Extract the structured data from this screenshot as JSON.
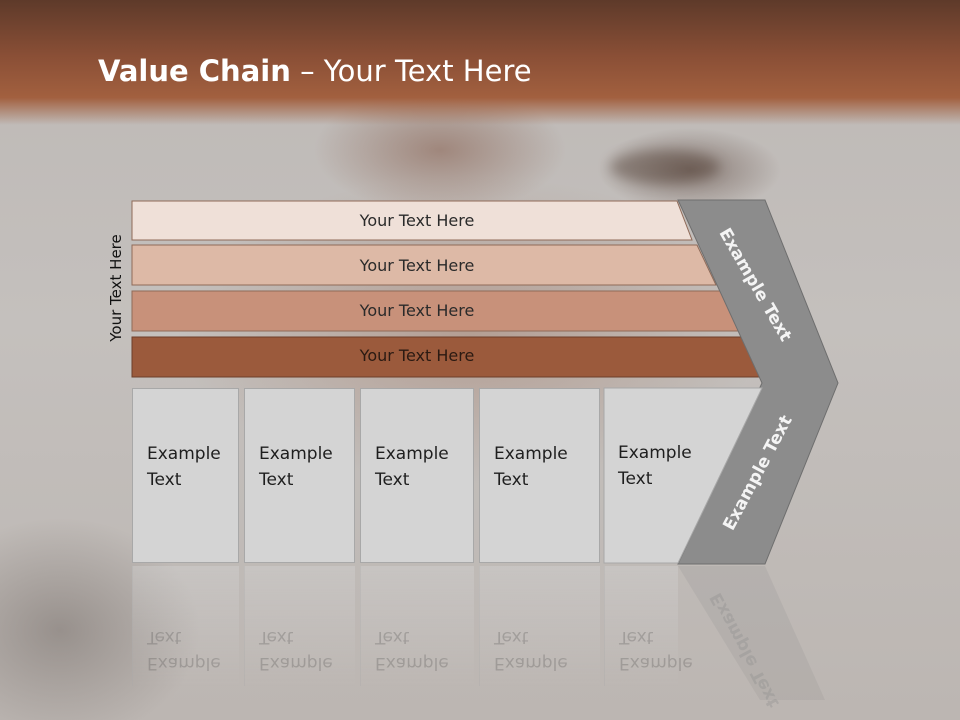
{
  "title": {
    "bold": "Value Chain",
    "rest": " – Your Text Here"
  },
  "side_label": "Your Text Here",
  "bars": [
    {
      "label": "Your Text Here",
      "color": "#efe0d8"
    },
    {
      "label": "Your Text Here",
      "color": "#ddb9a6"
    },
    {
      "label": "Your Text Here",
      "color": "#c8917a"
    },
    {
      "label": "Your Text Here",
      "color": "#9b5a3c"
    }
  ],
  "boxes": [
    {
      "line1": "Example",
      "line2": "Text"
    },
    {
      "line1": "Example",
      "line2": "Text"
    },
    {
      "line1": "Example",
      "line2": "Text"
    },
    {
      "line1": "Example",
      "line2": "Text"
    },
    {
      "line1": "Example",
      "line2": "Text"
    }
  ],
  "chevron": {
    "upper_text": "Example Text",
    "lower_text": "Example Text",
    "color": "#8c8c8c"
  }
}
